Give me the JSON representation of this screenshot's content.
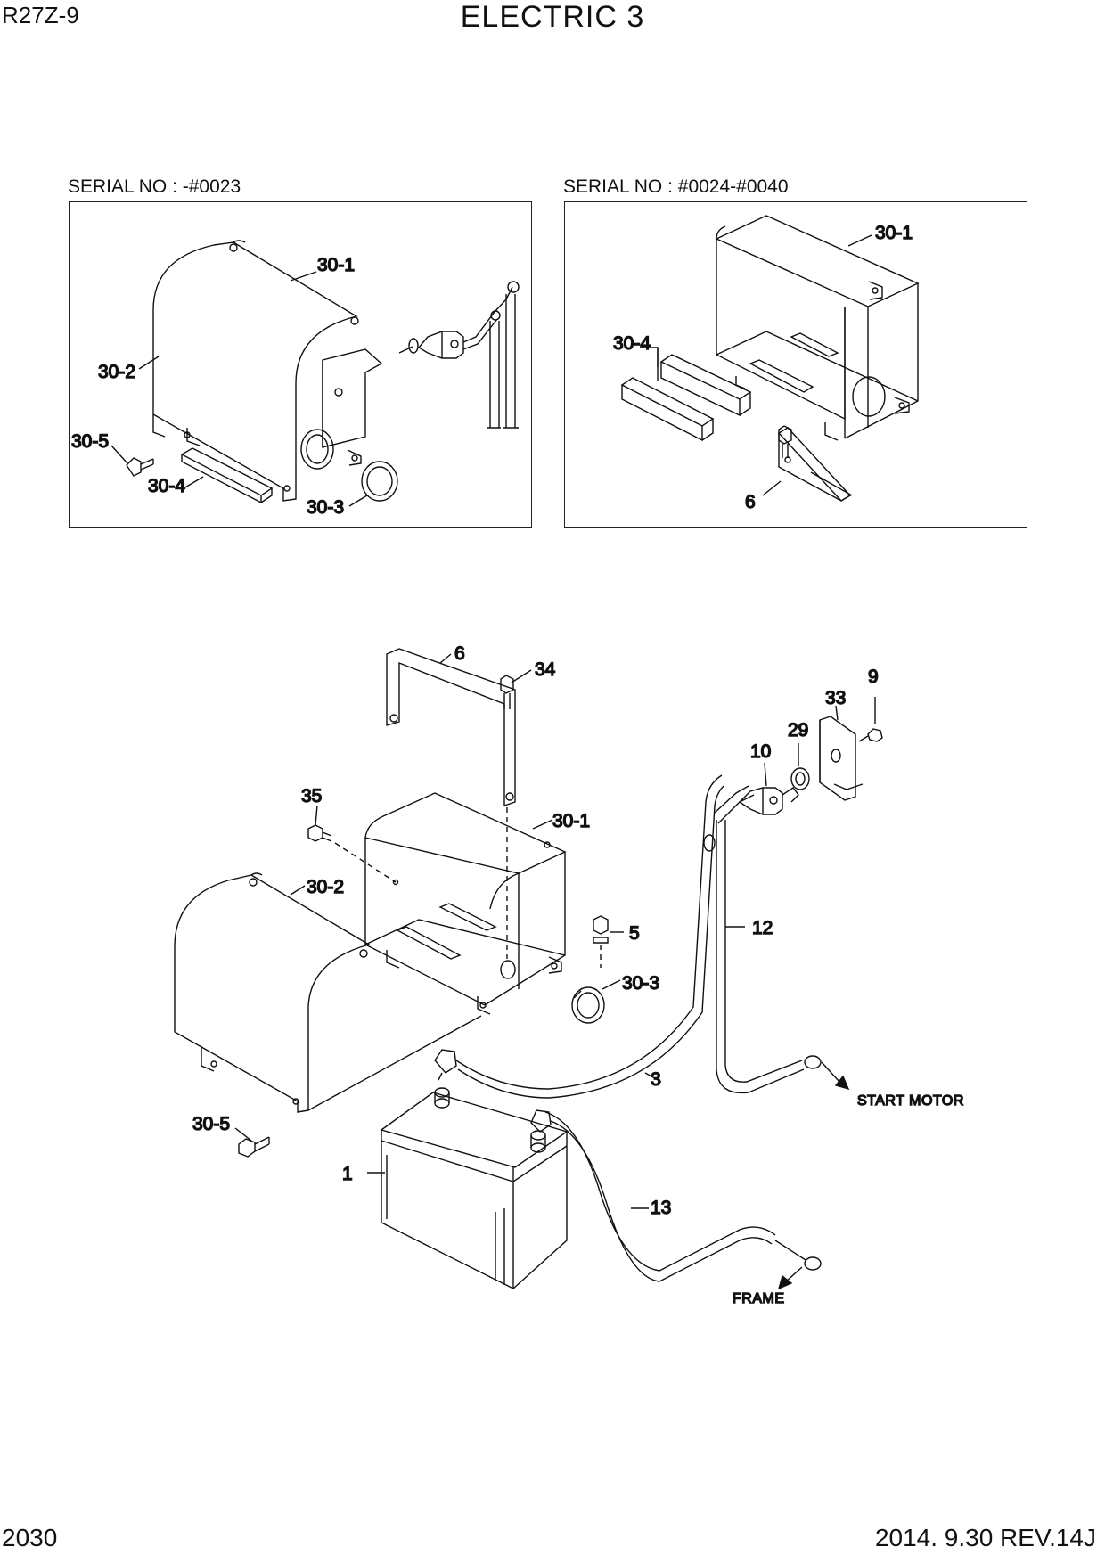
{
  "header": {
    "model": "R27Z-9",
    "title": "ELECTRIC 3"
  },
  "footer": {
    "page": "2030",
    "revision": "2014. 9.30  REV.14J"
  },
  "insets": {
    "left": {
      "serial": "SERIAL NO : -#0023",
      "labels": {
        "box": "30-1",
        "cover": "30-2",
        "grommet": "30-3",
        "pad": "30-4",
        "bolt": "30-5"
      }
    },
    "right": {
      "serial": "SERIAL NO : #0024-#0040",
      "labels": {
        "box": "30-1",
        "pads": "30-4",
        "bracket": "6"
      }
    }
  },
  "main": {
    "labels": {
      "battery": "1",
      "cable_3": "3",
      "bolt_5": "5",
      "bracket_6": "6",
      "bolt_9": "9",
      "switch_10": "10",
      "cable_12": "12",
      "cable_13": "13",
      "washer_29": "29",
      "box": "30-1",
      "cover": "30-2",
      "grommet": "30-3",
      "bolt_30_5": "30-5",
      "plate_33": "33",
      "bolt_34": "34",
      "bolt_35": "35"
    },
    "notes": {
      "start_motor": "START MOTOR",
      "frame": "FRAME"
    }
  }
}
